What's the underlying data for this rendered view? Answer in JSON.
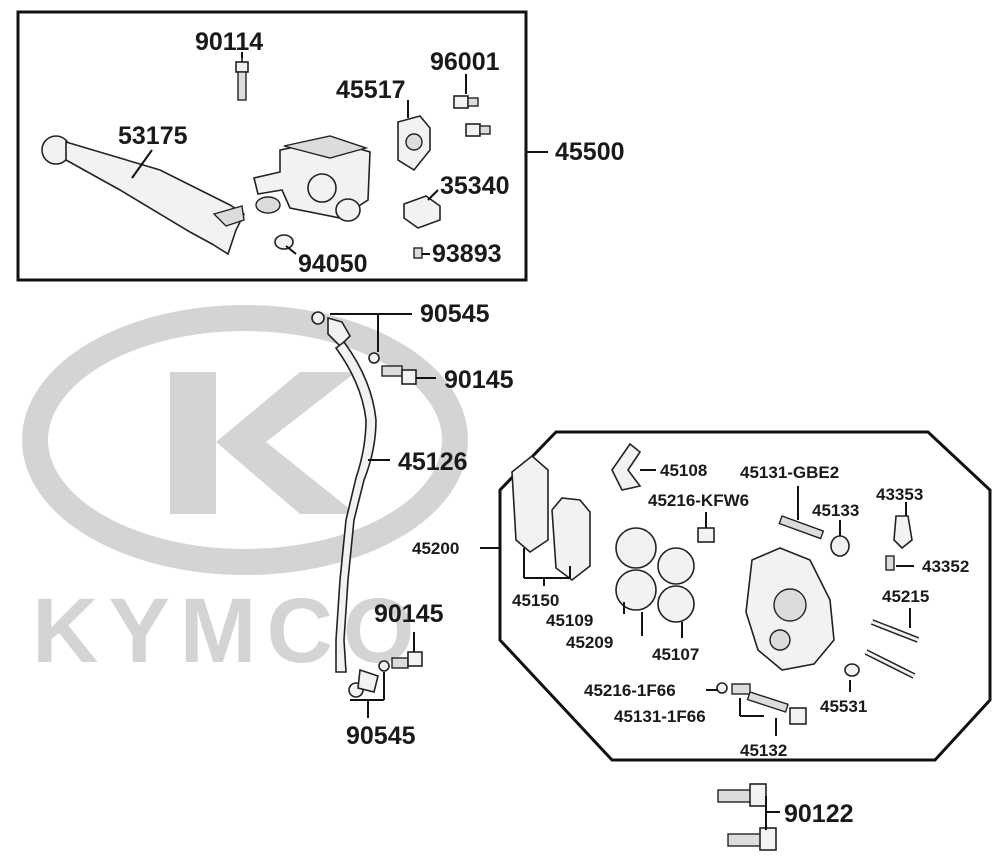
{
  "watermark": {
    "brand": "KYMCO"
  },
  "colors": {
    "ink": "#1a1a1a",
    "watermark": "#d4d4d4",
    "part_fill": "#f2f2f2"
  },
  "labels": {
    "p90114": "90114",
    "p96001": "96001",
    "p45517": "45517",
    "p53175": "53175",
    "p45500": "45500",
    "p35340": "35340",
    "p94050": "94050",
    "p93893": "93893",
    "p90545_top": "90545",
    "p90145_top": "90145",
    "p45126": "45126",
    "p90145_bottom": "90145",
    "p90545_bottom": "90545",
    "p45200": "45200",
    "p45108": "45108",
    "p45131_gbe2": "45131-GBE2",
    "p45216_kfw6": "45216-KFW6",
    "p45133": "45133",
    "p43353": "43353",
    "p43352": "43352",
    "p45150": "45150",
    "p45109": "45109",
    "p45209": "45209",
    "p45107": "45107",
    "p45215": "45215",
    "p45531": "45531",
    "p45216_1f66": "45216-1F66",
    "p45131_1f66": "45131-1F66",
    "p45132": "45132",
    "p90122": "90122"
  }
}
